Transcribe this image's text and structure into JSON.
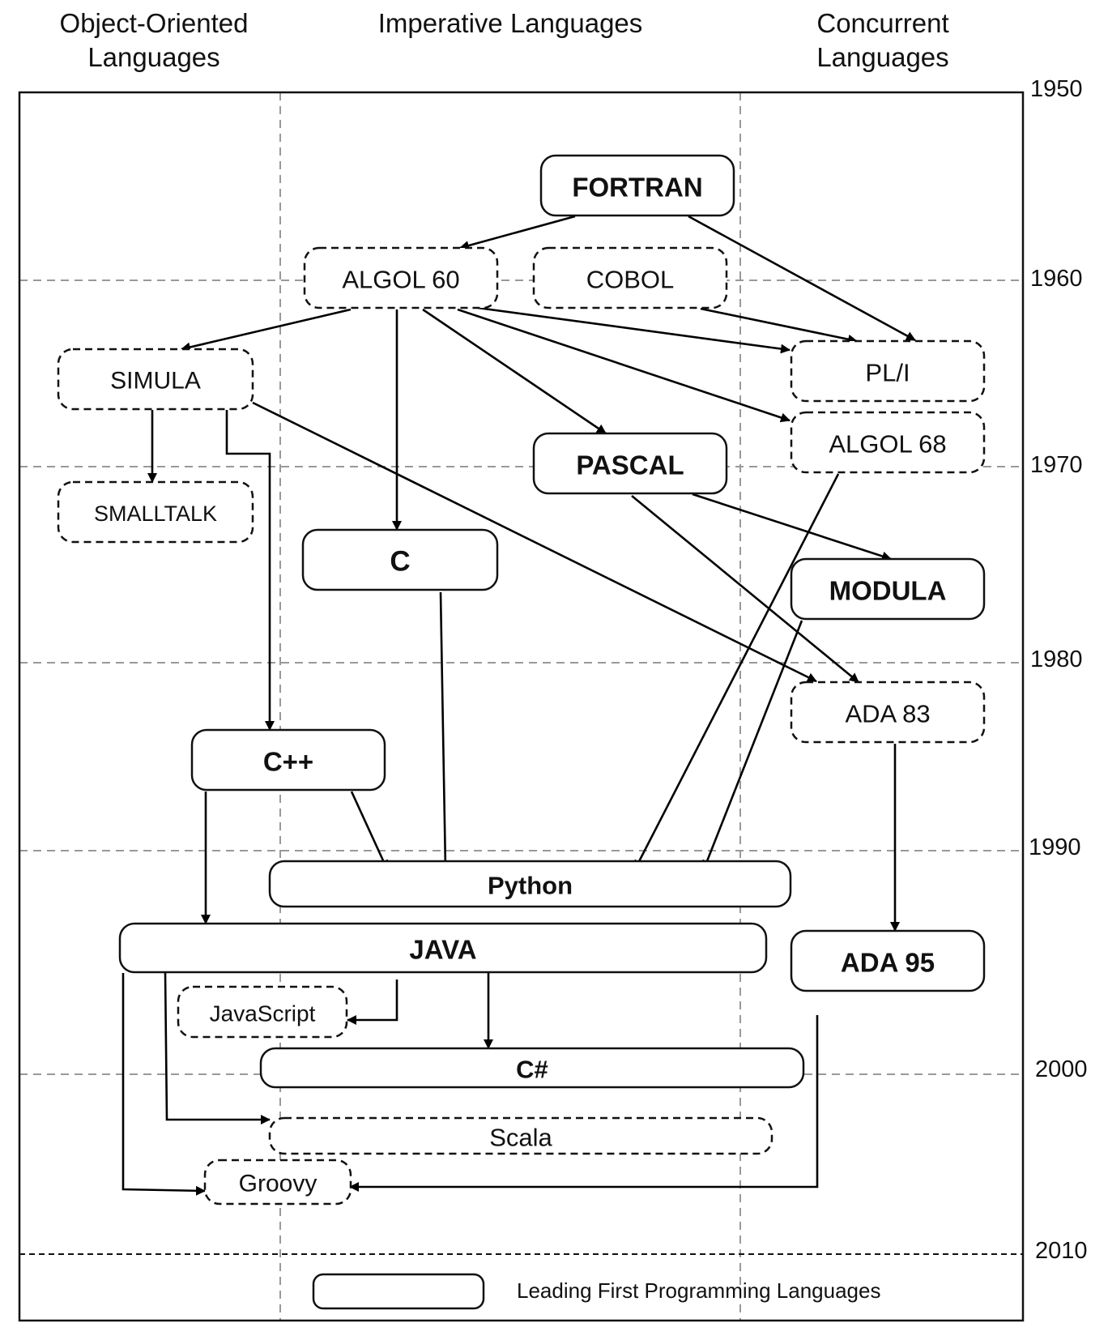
{
  "column_headers": [
    {
      "id": "oo",
      "label_line1": "Object-Oriented",
      "label_line2": "Languages"
    },
    {
      "id": "imp",
      "label_line1": "Imperative Languages",
      "label_line2": ""
    },
    {
      "id": "conc",
      "label_line1": "Concurrent",
      "label_line2": "Languages"
    }
  ],
  "years": [
    "1950",
    "1960",
    "1970",
    "1980",
    "1990",
    "2000",
    "2010"
  ],
  "nodes": [
    {
      "id": "fortran",
      "label": "FORTRAN",
      "leading": true
    },
    {
      "id": "algol60",
      "label": "ALGOL 60",
      "leading": false
    },
    {
      "id": "cobol",
      "label": "COBOL",
      "leading": false
    },
    {
      "id": "simula",
      "label": "SIMULA",
      "leading": false
    },
    {
      "id": "pli",
      "label": "PL/I",
      "leading": false
    },
    {
      "id": "algol68",
      "label": "ALGOL 68",
      "leading": false
    },
    {
      "id": "pascal",
      "label": "PASCAL",
      "leading": true
    },
    {
      "id": "smalltalk",
      "label": "SMALLTALK",
      "leading": false
    },
    {
      "id": "c",
      "label": "C",
      "leading": true
    },
    {
      "id": "modula",
      "label": "MODULA",
      "leading": true
    },
    {
      "id": "ada83",
      "label": "ADA 83",
      "leading": false
    },
    {
      "id": "cpp",
      "label": "C++",
      "leading": true
    },
    {
      "id": "python",
      "label": "Python",
      "leading": true
    },
    {
      "id": "java",
      "label": "JAVA",
      "leading": true
    },
    {
      "id": "ada95",
      "label": "ADA 95",
      "leading": true
    },
    {
      "id": "javascript",
      "label": "JavaScript",
      "leading": false
    },
    {
      "id": "csharp",
      "label": "C#",
      "leading": true
    },
    {
      "id": "scala",
      "label": "Scala",
      "leading": false
    },
    {
      "id": "groovy",
      "label": "Groovy",
      "leading": false
    }
  ],
  "edges": [
    {
      "from": "fortran",
      "to": "algol60"
    },
    {
      "from": "fortran",
      "to": "pli"
    },
    {
      "from": "cobol",
      "to": "pli"
    },
    {
      "from": "algol60",
      "to": "simula"
    },
    {
      "from": "algol60",
      "to": "c"
    },
    {
      "from": "algol60",
      "to": "pascal"
    },
    {
      "from": "algol60",
      "to": "pli"
    },
    {
      "from": "algol60",
      "to": "algol68"
    },
    {
      "from": "simula",
      "to": "smalltalk"
    },
    {
      "from": "simula",
      "to": "cpp"
    },
    {
      "from": "simula",
      "to": "ada83"
    },
    {
      "from": "pascal",
      "to": "modula"
    },
    {
      "from": "pascal",
      "to": "ada83"
    },
    {
      "from": "algol68",
      "to": "python"
    },
    {
      "from": "modula",
      "to": "python"
    },
    {
      "from": "c",
      "to": "python"
    },
    {
      "from": "cpp",
      "to": "python"
    },
    {
      "from": "cpp",
      "to": "java"
    },
    {
      "from": "ada83",
      "to": "ada95"
    },
    {
      "from": "java",
      "to": "javascript"
    },
    {
      "from": "java",
      "to": "csharp"
    },
    {
      "from": "java",
      "to": "scala"
    },
    {
      "from": "java",
      "to": "groovy"
    },
    {
      "from": "ada95",
      "to": "groovy"
    }
  ],
  "legend": {
    "label": "Leading First Programming Languages"
  }
}
